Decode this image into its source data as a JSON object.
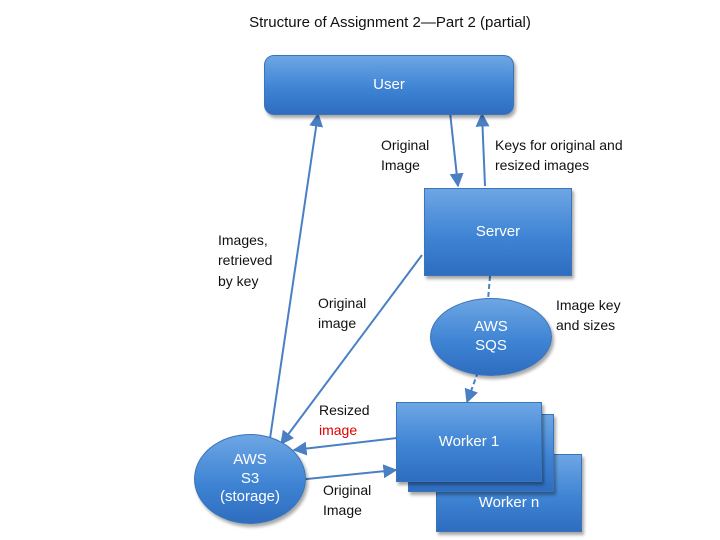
{
  "title": "Structure of Assignment 2—Part 2 (partial)",
  "nodes": {
    "user": "User",
    "server": "Server",
    "sqs_line1": "AWS",
    "sqs_line2": "SQS",
    "s3_line1": "AWS",
    "s3_line2": "S3",
    "s3_line3": "(storage)",
    "worker1": "Worker 1",
    "workern": "Worker n"
  },
  "edge_labels": {
    "original_image_user_line1": "Original",
    "original_image_user_line2": "Image",
    "keys_line1": "Keys for original and",
    "keys_line2": "resized images",
    "images_line1": "Images,",
    "images_line2": "retrieved",
    "images_line3": "by key",
    "original_image_server_line1": "Original",
    "original_image_server_line2": "image",
    "image_key_line1": "Image key",
    "image_key_line2": "and sizes",
    "resized_line1": "Resized",
    "resized_line2": "image",
    "original_image_s3_line1": "Original",
    "original_image_s3_line2": "Image"
  },
  "colors": {
    "box_fill": "#4a8ad9",
    "box_border": "#3c74b8",
    "arrow": "#4a7fc4",
    "highlight_text": "#e00000"
  }
}
